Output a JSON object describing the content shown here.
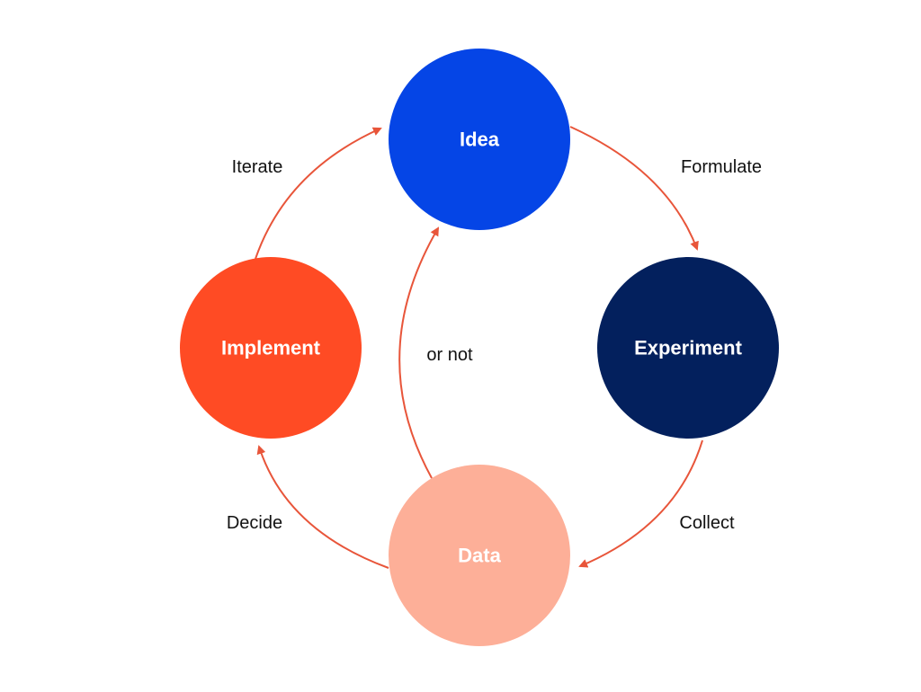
{
  "colors": {
    "arrow": "#e8553a",
    "idea": "#0545e6",
    "experiment": "#03205d",
    "implement": "#ff4b24",
    "data": "#fdaf98",
    "background": "#ffffff",
    "text_dark": "#111111",
    "text_light": "#ffffff"
  },
  "nodes": {
    "idea": {
      "label": "Idea"
    },
    "experiment": {
      "label": "Experiment"
    },
    "implement": {
      "label": "Implement"
    },
    "data": {
      "label": "Data"
    }
  },
  "edges": {
    "formulate": {
      "label": "Formulate",
      "from": "Idea",
      "to": "Experiment"
    },
    "collect": {
      "label": "Collect",
      "from": "Experiment",
      "to": "Data"
    },
    "decide": {
      "label": "Decide",
      "from": "Data",
      "to": "Implement"
    },
    "iterate": {
      "label": "Iterate",
      "from": "Implement",
      "to": "Idea"
    },
    "or_not": {
      "label": "or not",
      "from": "Data",
      "to": "Idea"
    }
  }
}
